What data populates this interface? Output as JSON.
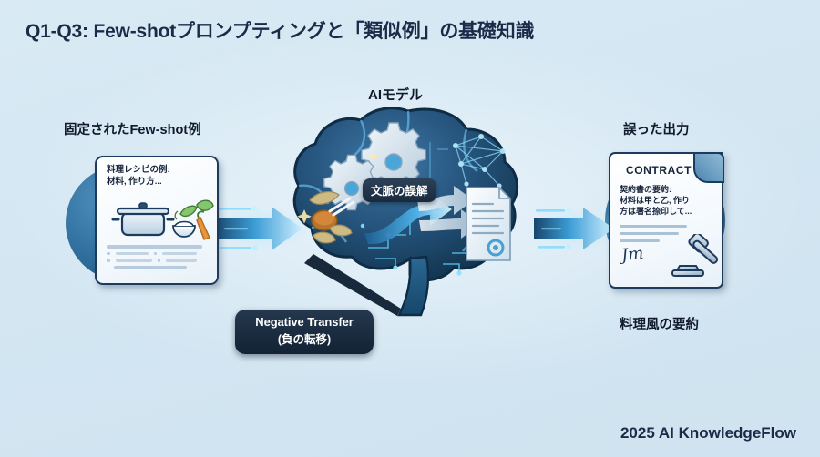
{
  "slide": {
    "title": "Q1-Q3: Few-shotプロンプティングと「類似例」の基礎知識",
    "footer": "2025 AI KnowledgeFlow",
    "background_color": "#d7e8f3",
    "title_color": "#1b2a47"
  },
  "labels": {
    "left": "固定されたFew-shot例",
    "center": "AIモデル",
    "right": "誤った出力",
    "bottom_right": "料理風の要約"
  },
  "recipe_card": {
    "line1": "料理レシピの例:",
    "line2": "材料, 作り方...",
    "icons": [
      "cooking-pot-icon",
      "rice-bowl-icon",
      "leaf-icon",
      "carrot-icon"
    ]
  },
  "contract_card": {
    "heading": "CONTRACT",
    "line1": "契約書の要約:",
    "line2": "材料は甲と乙, 作り",
    "line3": "方は署名捺印して...",
    "signature": "Jm",
    "icons": [
      "gavel-icon",
      "signature-icon",
      "page-fold-icon"
    ]
  },
  "brain": {
    "icons": [
      "gear-icon",
      "neural-network-icon",
      "spoon-spice-icon",
      "leaf-icon",
      "document-icon",
      "swap-arrows-icon",
      "circuit-trace-icon"
    ],
    "badge": "文脈の誤解"
  },
  "callout": {
    "line1": "Negative Transfer",
    "line2": "(負の転移)"
  },
  "arrows": {
    "left_to_brain": "arrow-right-icon",
    "brain_to_right": "arrow-right-icon",
    "accent_color": "#2fa8e8"
  }
}
